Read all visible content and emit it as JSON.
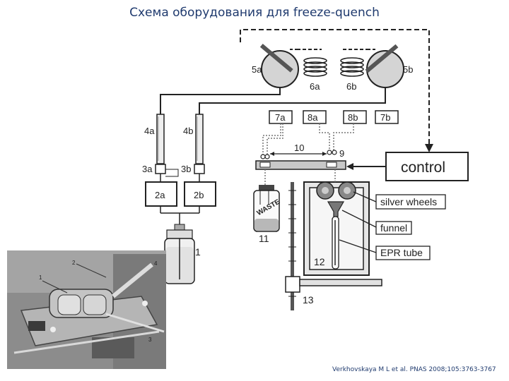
{
  "title": "Схема оборудования для freeze-quench",
  "citation": "Verkhovskaya M L et al. PNAS 2008;105:3763-3767",
  "labels": {
    "l5a": "5a",
    "l5b": "5b",
    "l6a": "6a",
    "l6b": "6b",
    "l7a": "7a",
    "l8a": "8a",
    "l8b": "8b",
    "l7b": "7b",
    "l4a": "4a",
    "l4b": "4b",
    "l3a": "3a",
    "l3b": "3b",
    "l2a": "2a",
    "l2b": "2b",
    "l1": "1",
    "l10": "10",
    "l9": "9",
    "l11": "11",
    "l12": "12",
    "l13": "13",
    "waste": "WASTE",
    "control": "control",
    "silver": "silver wheels",
    "funnel": "funnel",
    "epr": "EPR tube"
  },
  "photo_labels": {
    "p1": "1",
    "p2": "2",
    "p3": "3",
    "p4": "4"
  }
}
